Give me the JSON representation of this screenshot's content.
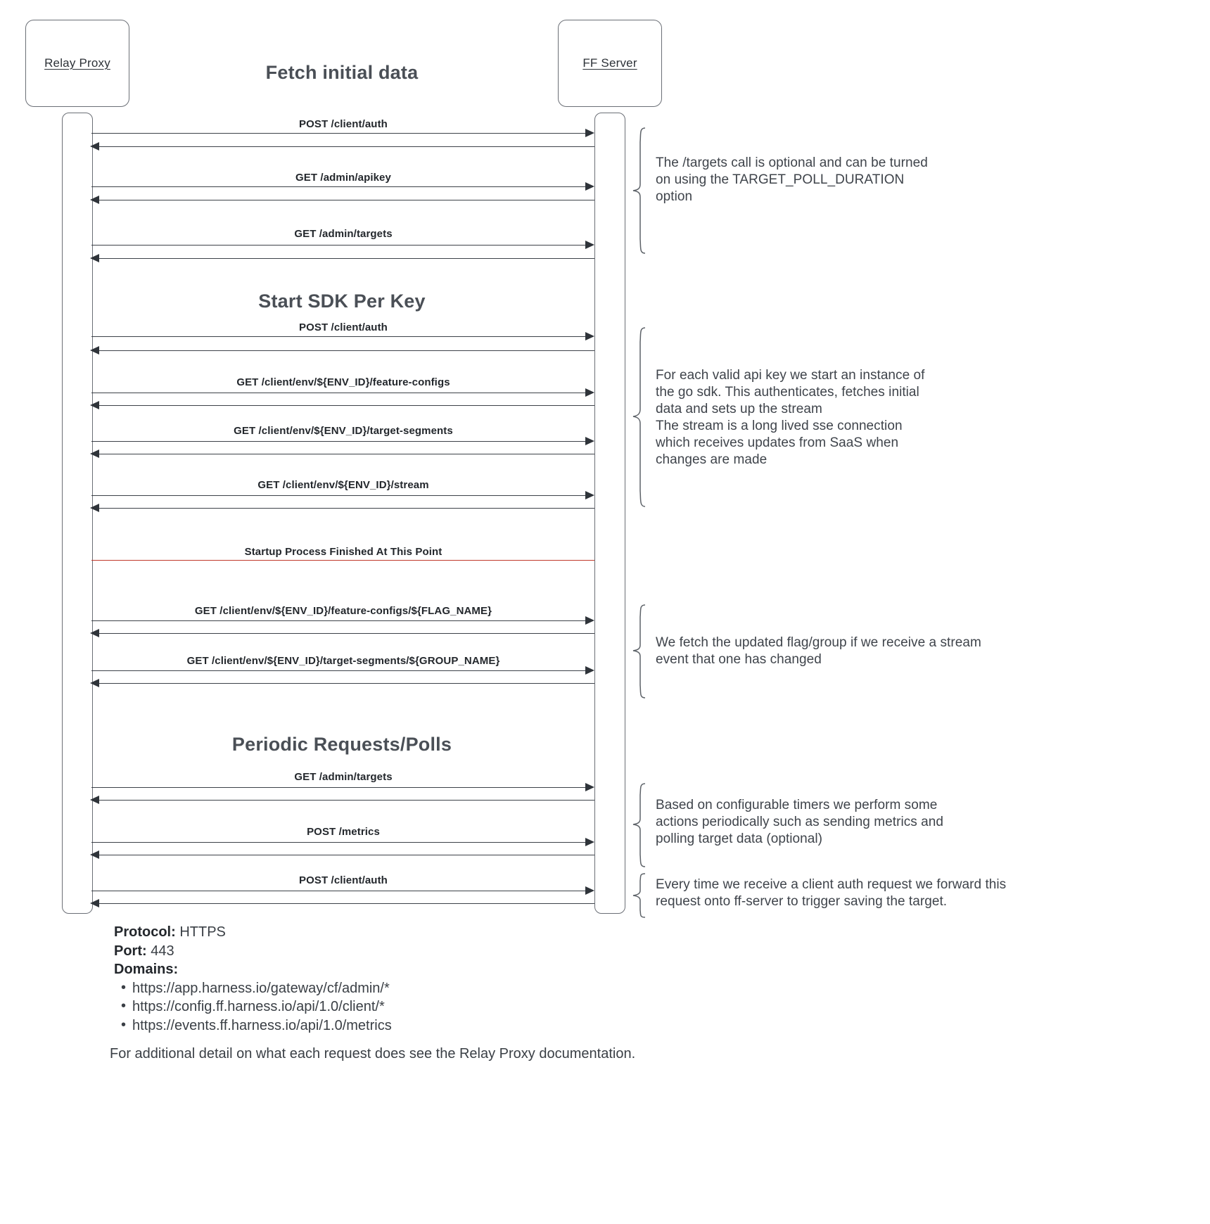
{
  "diagram": {
    "type": "sequence-diagram",
    "actors": [
      {
        "id": "relay-proxy",
        "label": "Relay Proxy"
      },
      {
        "id": "ff-server",
        "label": "FF Server"
      }
    ],
    "sections": [
      {
        "id": "fetch-initial-data",
        "title": "Fetch initial data"
      },
      {
        "id": "start-sdk-per-key",
        "title": "Start SDK Per Key"
      },
      {
        "id": "periodic-requests",
        "title": "Periodic Requests/Polls"
      }
    ],
    "divider": {
      "label": "Startup Process Finished At This Point",
      "color": "#c0392b"
    },
    "messages": [
      {
        "id": "m1",
        "label": "POST /client/auth",
        "direction": "request",
        "section": "fetch-initial-data"
      },
      {
        "id": "m2",
        "label": "",
        "direction": "response",
        "section": "fetch-initial-data"
      },
      {
        "id": "m3",
        "label": "GET /admin/apikey",
        "direction": "request",
        "section": "fetch-initial-data"
      },
      {
        "id": "m4",
        "label": "",
        "direction": "response",
        "section": "fetch-initial-data"
      },
      {
        "id": "m5",
        "label": "GET /admin/targets",
        "direction": "request",
        "section": "fetch-initial-data"
      },
      {
        "id": "m6",
        "label": "",
        "direction": "response",
        "section": "fetch-initial-data"
      },
      {
        "id": "m7",
        "label": "POST /client/auth",
        "direction": "request",
        "section": "start-sdk-per-key"
      },
      {
        "id": "m8",
        "label": "",
        "direction": "response",
        "section": "start-sdk-per-key"
      },
      {
        "id": "m9",
        "label": "GET /client/env/${ENV_ID}/feature-configs",
        "direction": "request",
        "section": "start-sdk-per-key"
      },
      {
        "id": "m10",
        "label": "",
        "direction": "response",
        "section": "start-sdk-per-key"
      },
      {
        "id": "m11",
        "label": "GET /client/env/${ENV_ID}/target-segments",
        "direction": "request",
        "section": "start-sdk-per-key"
      },
      {
        "id": "m12",
        "label": "",
        "direction": "response",
        "section": "start-sdk-per-key"
      },
      {
        "id": "m13",
        "label": "GET /client/env/${ENV_ID}/stream",
        "direction": "request",
        "section": "start-sdk-per-key"
      },
      {
        "id": "m14",
        "label": "",
        "direction": "response",
        "section": "start-sdk-per-key"
      },
      {
        "id": "m15",
        "label": "GET /client/env/${ENV_ID}/feature-configs/${FLAG_NAME}",
        "direction": "request",
        "section": "stream-updates"
      },
      {
        "id": "m16",
        "label": "",
        "direction": "response",
        "section": "stream-updates"
      },
      {
        "id": "m17",
        "label": "GET /client/env/${ENV_ID}/target-segments/${GROUP_NAME}",
        "direction": "request",
        "section": "stream-updates"
      },
      {
        "id": "m18",
        "label": "",
        "direction": "response",
        "section": "stream-updates"
      },
      {
        "id": "m19",
        "label": "GET /admin/targets",
        "direction": "request",
        "section": "periodic-requests"
      },
      {
        "id": "m20",
        "label": "",
        "direction": "response",
        "section": "periodic-requests"
      },
      {
        "id": "m21",
        "label": "POST /metrics",
        "direction": "request",
        "section": "periodic-requests"
      },
      {
        "id": "m22",
        "label": "",
        "direction": "response",
        "section": "periodic-requests"
      },
      {
        "id": "m23",
        "label": "POST /client/auth",
        "direction": "request",
        "section": "client-auth-forward"
      },
      {
        "id": "m24",
        "label": "",
        "direction": "response",
        "section": "client-auth-forward"
      }
    ],
    "notes": [
      {
        "id": "note-targets-optional",
        "lines": [
          "The /targets call is optional and can be turned",
          "on using the TARGET_POLL_DURATION",
          "option"
        ]
      },
      {
        "id": "note-sdk-instance",
        "lines": [
          "For each valid api key we start an instance of",
          "the go sdk. This authenticates, fetches initial",
          "data and sets up the stream",
          "The stream is a long lived sse connection",
          "which receives updates from SaaS when",
          "changes are made"
        ]
      },
      {
        "id": "note-stream-update",
        "lines": [
          "We fetch the updated flag/group if we receive a stream",
          "event that one has changed"
        ]
      },
      {
        "id": "note-periodic",
        "lines": [
          "Based on configurable timers we perform some",
          "actions periodically such as sending metrics and",
          "polling target data (optional)"
        ]
      },
      {
        "id": "note-client-auth-forward",
        "lines": [
          "Every time we receive a client auth request we forward this",
          "request onto ff-server to trigger saving the target."
        ]
      }
    ]
  },
  "footer": {
    "protocol_label": "Protocol:",
    "protocol_value": "HTTPS",
    "port_label": "Port:",
    "port_value": "443",
    "domains_label": "Domains:",
    "domains": [
      "https://app.harness.io/gateway/cf/admin/*",
      "https://config.ff.harness.io/api/1.0/client/*",
      "https://events.ff.harness.io/api/1.0/metrics"
    ],
    "closing_note": "For additional detail on what each request does see the Relay Proxy documentation."
  },
  "colors": {
    "stroke": "#6b6f76",
    "arrow": "#2f343a",
    "divider": "#c0392b",
    "heading": "#4a4f56",
    "text": "#3a3f45"
  }
}
